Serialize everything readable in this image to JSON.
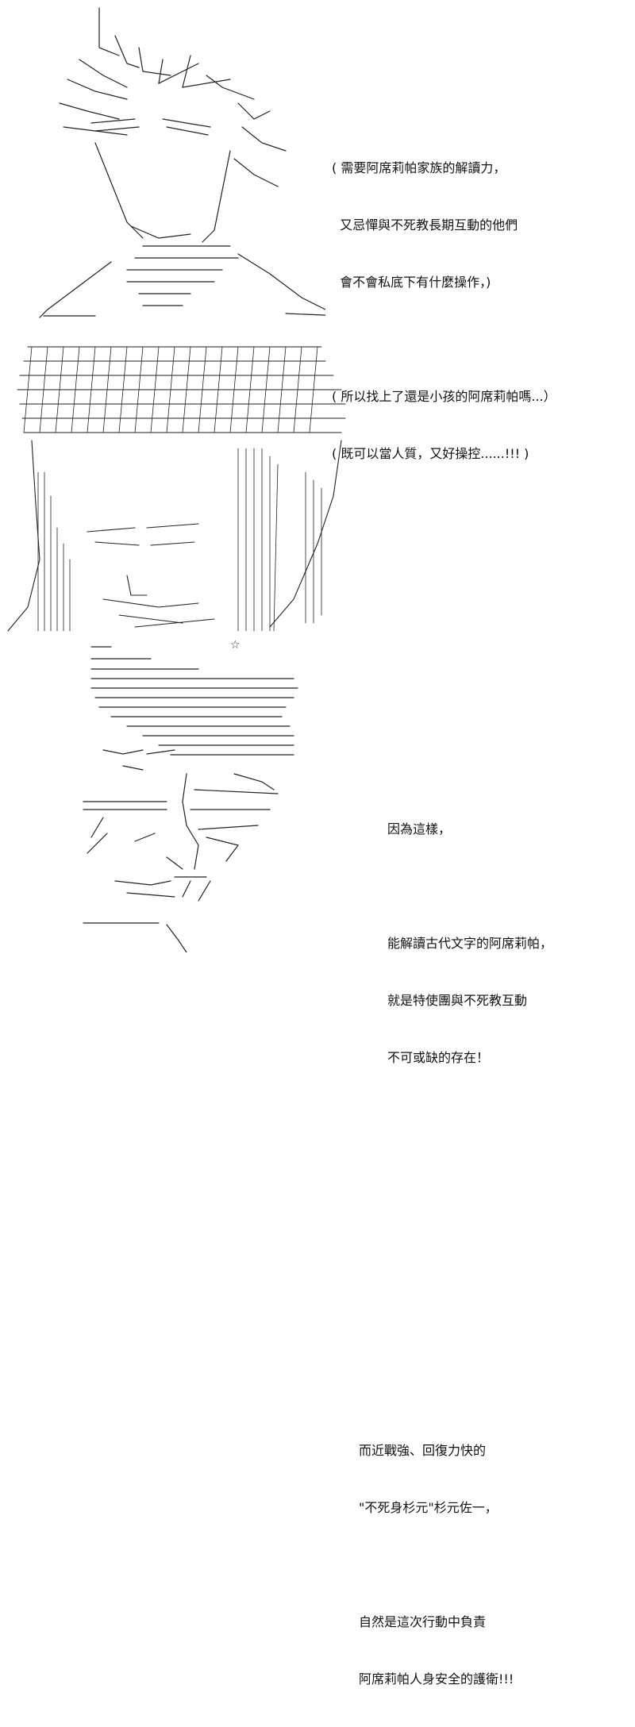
{
  "page": {
    "panels": [
      {
        "id": "panel-1",
        "art": "ascii-art-spiky-haired-character-bust",
        "narration": [
          "( 需要阿席莉帕家族的解讀力，",
          "  又忌憚與不死教長期互動的他們",
          "  會不會私底下有什麼操作，)",
          "",
          "( 所以找上了還是小孩的阿席莉帕嗎...）",
          "( 既可以當人質，又好操控......!!! )"
        ]
      },
      {
        "id": "panel-2",
        "art": "ascii-art-headband-face-closeup",
        "narration": [
          "因為這樣，",
          "",
          "能解讀古代文字的阿席莉帕，",
          "就是特使團與不死教互動",
          "不可或缺的存在！"
        ]
      },
      {
        "id": "panel-3",
        "art": "ascii-art-dashing-figure-speed-lines",
        "star": "☆",
        "narration": [
          "而近戰強、回復力快的",
          "\"不死身杉元\"杉元佐一，",
          "",
          "自然是這次行動中負責",
          "阿席莉帕人身安全的護衛!!!"
        ]
      }
    ]
  }
}
